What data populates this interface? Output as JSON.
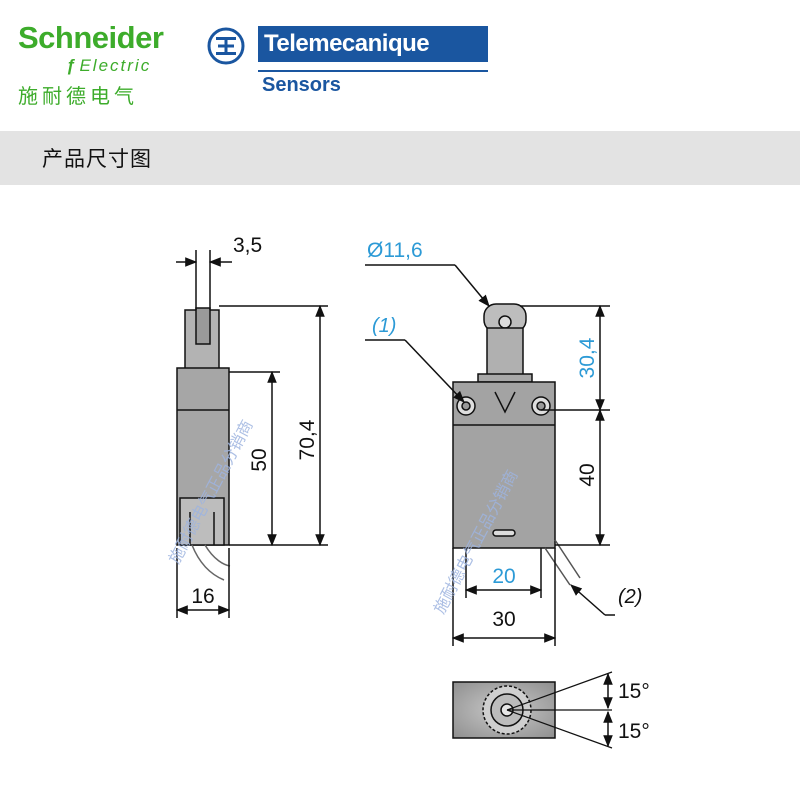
{
  "header": {
    "brand": "Schneider",
    "brand_sub": "Electric",
    "brand_cn": "施耐德电气",
    "partner": "Telemecanique",
    "partner_sub": "Sensors"
  },
  "section": {
    "title": "产品尺寸图"
  },
  "dimensions": {
    "side_top": "3,5",
    "side_overall": "70,4",
    "side_body": "50",
    "side_width": "16",
    "front_roller": "Ø11,6",
    "front_plunger": "30,4",
    "front_body": "40",
    "front_hole_spacing": "20",
    "front_width": "30",
    "note1": "(1)",
    "note2": "(2)",
    "angle_top": "15°",
    "angle_bottom": "15°"
  },
  "watermark": "施耐德电气正品分销商",
  "colors": {
    "schneider_green": "#3dac2b",
    "telemecanique_blue": "#1a56a0",
    "dim_blue": "#2c9ad6"
  }
}
